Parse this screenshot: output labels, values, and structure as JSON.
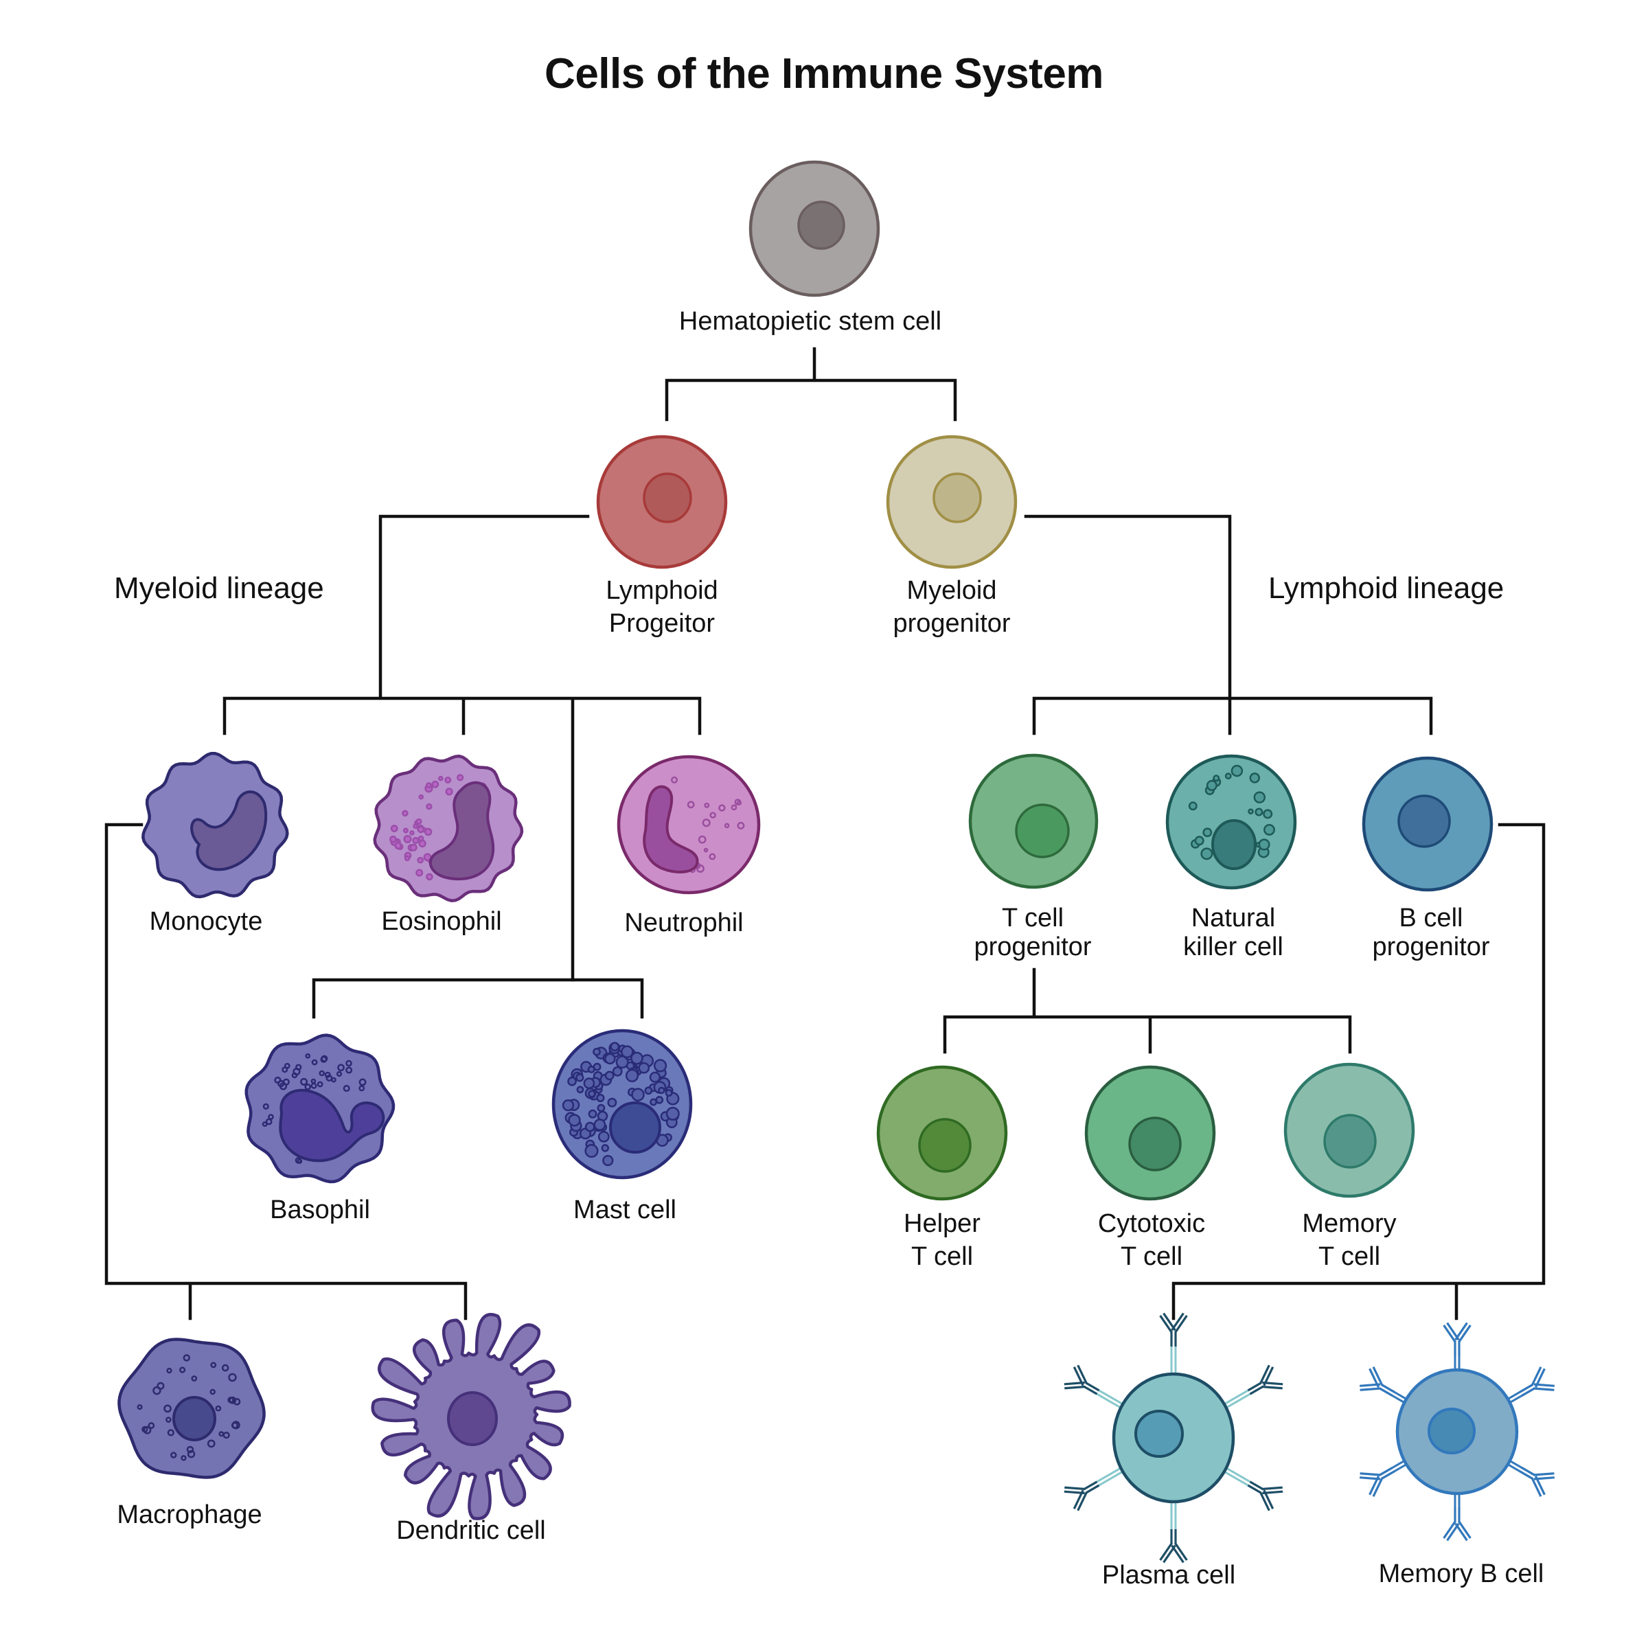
{
  "title": "Cells of the Immune System",
  "lineages": {
    "myeloid": "Myeloid lineage",
    "lymphoid": "Lymphoid lineage"
  },
  "cells": {
    "hsc": {
      "line1": "Hematopietic stem cell",
      "line2": "",
      "fill": "#a8a3a3",
      "stroke": "#6b5e5e",
      "nucleus": "#7a7272"
    },
    "lymphoid_progenitor": {
      "line1": "Lymphoid",
      "line2": "Progeitor",
      "fill": "#c37373",
      "stroke": "#a83a3a",
      "nucleus": "#b05a5a"
    },
    "myeloid_progenitor": {
      "line1": "Myeloid",
      "line2": "progenitor",
      "fill": "#d3cdb2",
      "stroke": "#a08f45",
      "nucleus": "#beb58b"
    },
    "monocyte": {
      "line1": "Monocyte",
      "line2": "",
      "fill": "#8680bf",
      "stroke": "#2e2a6e",
      "nucleus": "#6a5a96"
    },
    "eosinophil": {
      "line1": "Eosinophil",
      "line2": "",
      "fill": "#b78fcb",
      "stroke": "#6a2f7a",
      "nucleus": "#7d5490"
    },
    "neutrophil": {
      "line1": "Neutrophil",
      "line2": "",
      "fill": "#cc8ec9",
      "stroke": "#7a2a6a",
      "nucleus": "#9a4f9e"
    },
    "basophil": {
      "line1": "Basophil",
      "line2": "",
      "fill": "#7674b6",
      "stroke": "#2e2a74",
      "nucleus": "#4e409a"
    },
    "mast_cell": {
      "line1": "Mast cell",
      "line2": "",
      "fill": "#6a79ba",
      "stroke": "#2a2c78",
      "nucleus": "#3e4c96"
    },
    "macrophage": {
      "line1": "Macrophage",
      "line2": "",
      "fill": "#7474b2",
      "stroke": "#2e2a6e",
      "nucleus": "#474a8c"
    },
    "dendritic_cell": {
      "line1": "Dendritic cell",
      "line2": "",
      "fill": "#8477b3",
      "stroke": "#45307a",
      "nucleus": "#604890"
    },
    "t_cell_progenitor": {
      "line1": "T cell",
      "line2": "progenitor",
      "fill": "#76b487",
      "stroke": "#2e6a3c",
      "nucleus": "#4a9a60"
    },
    "natural_killer_cell": {
      "line1": "Natural",
      "line2": "killer cell",
      "fill": "#6bb0aa",
      "stroke": "#1e5a58",
      "nucleus": "#387c7c"
    },
    "b_cell_progenitor": {
      "line1": "B cell",
      "line2": "progenitor",
      "fill": "#5e9cba",
      "stroke": "#1e4a76",
      "nucleus": "#3f6f9a"
    },
    "helper_t_cell": {
      "line1": "Helper",
      "line2": "T cell",
      "fill": "#82ac6c",
      "stroke": "#2f6a22",
      "nucleus": "#538a3a"
    },
    "cytotoxic_t_cell": {
      "line1": "Cytotoxic",
      "line2": "T cell",
      "fill": "#6ab688",
      "stroke": "#2a5e40",
      "nucleus": "#438a66"
    },
    "memory_t_cell": {
      "line1": "Memory",
      "line2": "T cell",
      "fill": "#8abcac",
      "stroke": "#2e7a6a",
      "nucleus": "#55968a"
    },
    "plasma_cell": {
      "line1": "Plasma cell",
      "line2": "",
      "fill": "#87c3c6",
      "stroke": "#1e4e66",
      "nucleus": "#569cb4"
    },
    "memory_b_cell": {
      "line1": "Memory B cell",
      "line2": "",
      "fill": "#80acc8",
      "stroke": "#3278bc",
      "nucleus": "#478ab4"
    }
  },
  "hierarchy": [
    {
      "parent": "Hematopietic stem cell",
      "children": [
        "Lymphoid Progeitor",
        "Myeloid progenitor"
      ]
    },
    {
      "parent": "Lymphoid Progeitor",
      "children": [
        "Monocyte",
        "Eosinophil",
        "Neutrophil",
        "Basophil",
        "Mast cell"
      ]
    },
    {
      "parent": "Monocyte",
      "children": [
        "Macrophage",
        "Dendritic cell"
      ]
    },
    {
      "parent": "Myeloid progenitor",
      "children": [
        "T cell progenitor",
        "Natural killer cell",
        "B cell progenitor"
      ]
    },
    {
      "parent": "T cell progenitor",
      "children": [
        "Helper T cell",
        "Cytotoxic T cell",
        "Memory T cell"
      ]
    },
    {
      "parent": "B cell progenitor",
      "children": [
        "Plasma cell",
        "Memory B cell"
      ]
    }
  ],
  "connector_color": "#111111"
}
